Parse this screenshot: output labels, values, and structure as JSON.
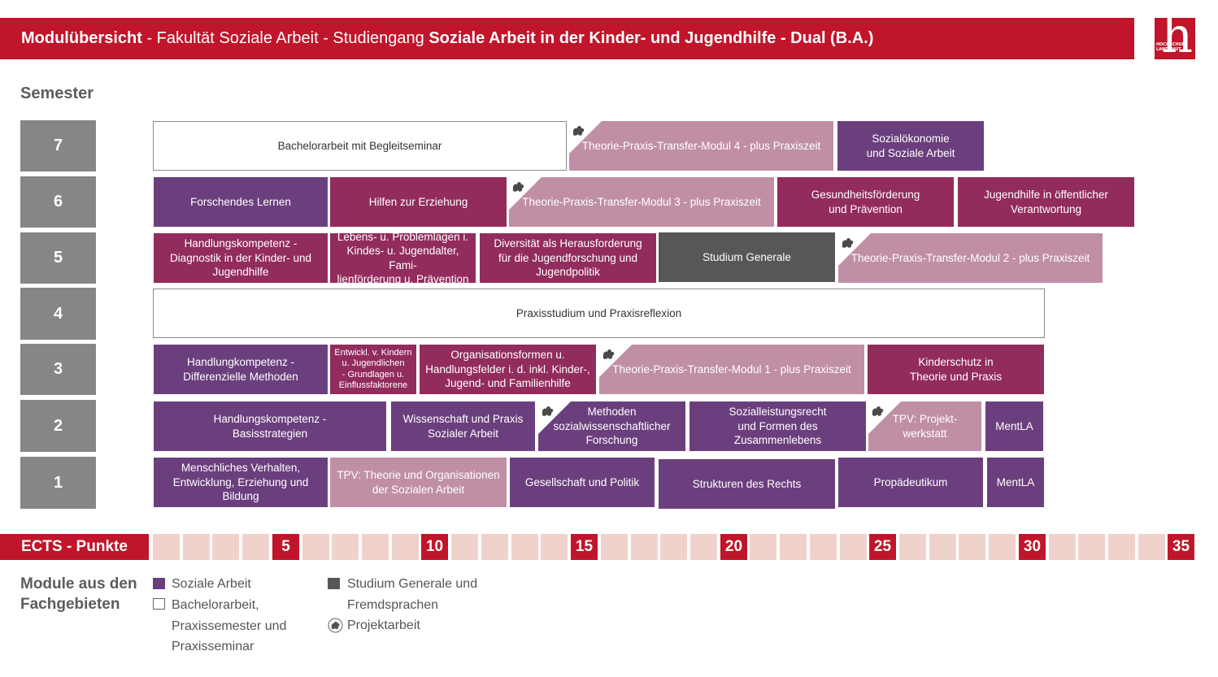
{
  "header": {
    "part1": "Modulübersicht",
    "part2": " - Fakultät Soziale Arbeit - Studiengang ",
    "part3": "Soziale Arbeit in der Kinder- und Jugendhilfe - Dual (B.A.)"
  },
  "logo": {
    "glyph": "h",
    "text_line1": "HOCHSCHULE",
    "text_line2": "LANDSHUT"
  },
  "semester_title": "Semester",
  "semesters": [
    "7",
    "6",
    "5",
    "4",
    "3",
    "2",
    "1"
  ],
  "modules": {
    "s7": {
      "bachelor": "Bachelorarbeit mit Begleitseminar",
      "tpt4": "Theorie-Praxis-Transfer-Modul 4 - plus Praxiszeit",
      "soziooek": "Sozialökonomie\nund Soziale Arbeit"
    },
    "s6": {
      "forschendes": "Forschendes Lernen",
      "hilfen": "Hilfen zur Erziehung",
      "tpt3": "Theorie-Praxis-Transfer-Modul 3 - plus Praxiszeit",
      "gesundheit": "Gesundheitsförderung\nund Prävention",
      "jugendhilfe": "Jugendhilfe in öffentlicher\nVerantwortung"
    },
    "s5": {
      "handlung_diag": "Handlungskompetenz -\nDiagnostik in der Kinder- und\nJugendhilfe",
      "lebenslagen": "Lebens- u. Problemlagen i.\nKindes- u. Jugendalter, Fami-\nlienförderung u. Prävention",
      "diversitaet": "Diversität als Herausforderung\nfür die Jugendforschung und\nJugendpolitik",
      "studium_generale": "Studium Generale",
      "tpt2": "Theorie-Praxis-Transfer-Modul 2 - plus Praxiszeit"
    },
    "s4": {
      "praxisstudium": "Praxisstudium und Praxisreflexion"
    },
    "s3": {
      "handlung_diff": "Handlungkompetenz -\nDifferenzielle Methoden",
      "entwicklung": "Entwickl. v. Kindern\nu. Jugendlichen\n- Grundlagen u.\nEinflussfaktorene",
      "organisationsformen": "Organisationsformen u.\nHandlungsfelder i. d. inkl. Kinder-,\nJugend- und Familienhilfe",
      "tpt1": "Theorie-Praxis-Transfer-Modul 1 - plus Praxiszeit",
      "kinderschutz": "Kinderschutz in\nTheorie und Praxis"
    },
    "s2": {
      "handlung_basis": "Handlungskompetenz  -\nBasisstrategien",
      "wissenschaft": "Wissenschaft und Praxis\nSozialer Arbeit",
      "methoden": "Methoden\nsozialwissenschaftlicher\nForschung",
      "sozialleistung": "Sozialleistungsrecht\nund Formen des\nZusammenlebens",
      "tpv_projekt": "TPV: Projekt-\nwerkstatt",
      "mentla": "MentLA"
    },
    "s1": {
      "menschliches": "Menschliches Verhalten,\nEntwicklung, Erziehung und\nBildung",
      "tpv_theorie": "TPV: Theorie und Organisationen\nder Sozialen Arbeit",
      "gesellschaft": "Gesellschaft und Politik",
      "strukturen": "Strukturen des Rechts",
      "propaedeutikum": "Propädeutikum",
      "mentla": "MentLA"
    }
  },
  "ects": {
    "label": "ECTS - Punkte",
    "marks": [
      "5",
      "10",
      "15",
      "20",
      "25",
      "30",
      "35"
    ]
  },
  "legend": {
    "title": "Module aus den\nFachgebieten",
    "soziale_arbeit": "Soziale Arbeit",
    "bachelor": "Bachelorarbeit,\nPraxissemester und\nPraxisseminar",
    "studium_generale": "Studium Generale und\nFremdsprachen",
    "projektarbeit": "Projektarbeit"
  },
  "colors": {
    "brand_red": "#c0152a",
    "soziale_arbeit": "#6b3f7d",
    "bachelor_praxis": "#ffffff",
    "studium_generale": "#575757",
    "theorie_praxis_transfer": "#c08fa6",
    "kinder_jugendhilfe": "#922c5c",
    "ects_empty": "#f0d2cd",
    "semester_box": "#868686"
  },
  "icons": {
    "project": "project-work-icon"
  }
}
